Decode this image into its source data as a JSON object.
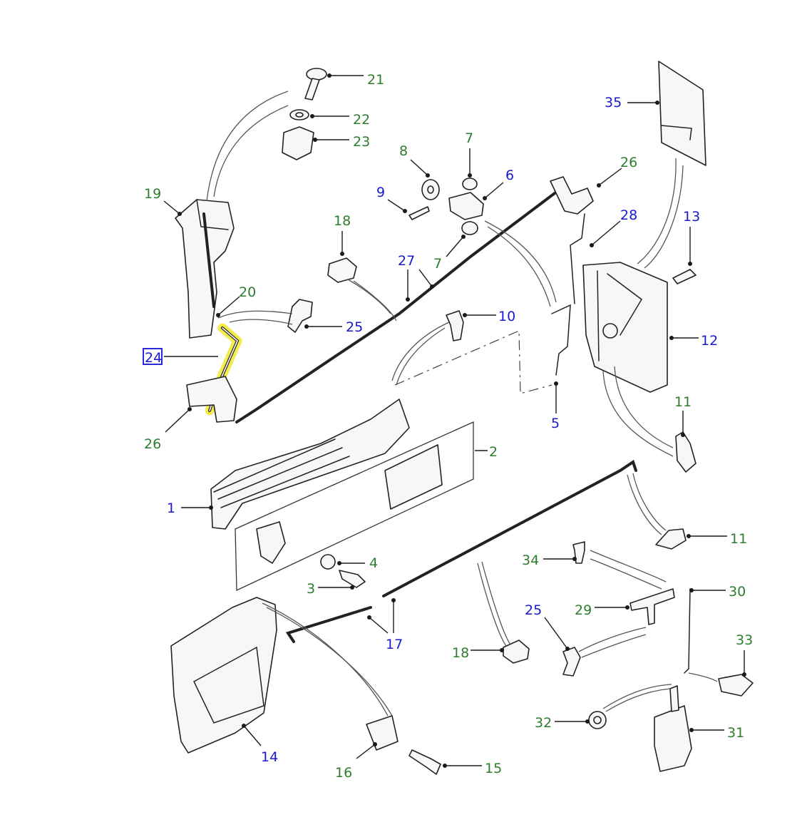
{
  "colors": {
    "callout_green": "#2e7d2e",
    "callout_blue": "#1a1ad0",
    "highlight_yellow": "#f3ea3a",
    "selected_box": "#2a2ad8"
  },
  "callouts": {
    "c1": "1",
    "c2": "2",
    "c3": "3",
    "c4": "4",
    "c5": "5",
    "c6": "6",
    "c7a": "7",
    "c7b": "7",
    "c8": "8",
    "c9": "9",
    "c10": "10",
    "c11a": "11",
    "c11b": "11",
    "c12": "12",
    "c13": "13",
    "c14": "14",
    "c15": "15",
    "c16": "16",
    "c17": "17",
    "c18a": "18",
    "c18b": "18",
    "c19": "19",
    "c20": "20",
    "c21": "21",
    "c22": "22",
    "c23": "23",
    "c24": "24",
    "c25a": "25",
    "c25b": "25",
    "c26a": "26",
    "c26b": "26",
    "c27": "27",
    "c28": "28",
    "c29": "29",
    "c30": "30",
    "c31": "31",
    "c32": "32",
    "c33": "33",
    "c34": "34",
    "c35": "35"
  },
  "selected_part": "24"
}
